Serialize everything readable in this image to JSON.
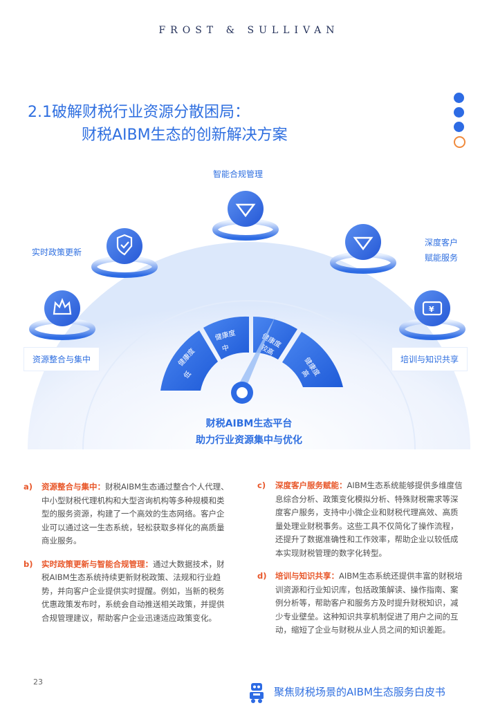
{
  "header": {
    "brand": "FROST & SULLIVAN"
  },
  "title": {
    "line1": "2.1破解财税行业资源分散困局：",
    "line2": "财税AIBM生态的创新解决方案"
  },
  "diagram": {
    "nodes": {
      "top": "智能合规管理",
      "left_upper": "实时政策更新",
      "right_upper_1": "深度客户",
      "right_upper_2": "赋能服务",
      "left_lower": "资源整合与集中",
      "right_lower": "培训与知识共享"
    },
    "gauge_segments": [
      "健康度低",
      "健康度中",
      "健康度较高",
      "健康度高"
    ],
    "platform_line1": "财税AIBM生态平台",
    "platform_line2": "助力行业资源集中与优化"
  },
  "items": [
    {
      "marker": "a)",
      "head": "资源整合与集中：",
      "body": "财税AIBM生态通过整合个人代理、中小型财税代理机构和大型咨询机构等多种规模和类型的服务资源，构建了一个高效的生态网络。客户企业可以通过这一生态系统，轻松获取多样化的高质量商业服务。"
    },
    {
      "marker": "b)",
      "head": "实时政策更新与智能合规管理：",
      "body": "通过大数据技术，财税AIBM生态系统持续更新财税政策、法规和行业趋势，并向客户企业提供实时提醒。例如，当新的税务优惠政策发布时，系统会自动推送相关政策，并提供合规管理建议，帮助客户企业迅速适应政策变化。"
    },
    {
      "marker": "c)",
      "head": "深度客户服务赋能：",
      "body": "AIBM生态系统能够提供多维度信息综合分析、政策变化模拟分析、特殊财税需求等深度客户服务，支持中小微企业和财税代理高效、高质量处理业财税事务。这些工具不仅简化了操作流程，还提升了数据准确性和工作效率，帮助企业以较低成本实现财税管理的数字化转型。"
    },
    {
      "marker": "d)",
      "head": "培训与知识共享：",
      "body": "AIBM生态系统还提供丰富的财税培训资源和行业知识库，包括政策解读、操作指南、案例分析等，帮助客户和服务方及时提升财税知识，减少专业壁垒。这种知识共享机制促进了用户之间的互动，缩短了企业与财税从业人员之间的知识差距。"
    }
  ],
  "footer": {
    "page": "23",
    "title": "聚焦财税场景的AIBM生态服务白皮书"
  },
  "colors": {
    "primary": "#2f6fe0",
    "accent": "#e8572a",
    "brand": "#24315a"
  }
}
